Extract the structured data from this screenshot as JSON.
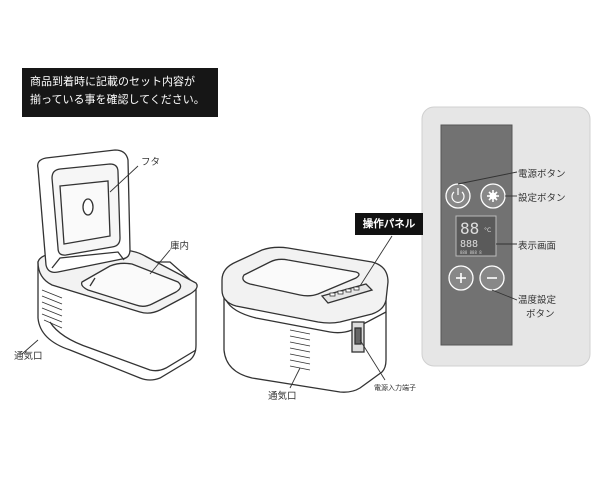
{
  "notice": {
    "line1": "商品到着時に記載のセット内容が",
    "line2": "揃っている事を確認してください。"
  },
  "labels": {
    "lid": "フタ",
    "interior": "庫内",
    "vent_left": "通気口",
    "vent_right": "通気口",
    "power_input": "電源入力端子",
    "panel_title": "操作パネル"
  },
  "panel_labels": {
    "power_button": "電源ボタン",
    "setting_button": "設定ボタン",
    "display": "表示画面",
    "temp_button_line1": "温度設定",
    "temp_button_line2": "ボタン"
  },
  "display": {
    "big_digits": "88",
    "unit": "°C",
    "small_digits": "888",
    "indicator": "888 888 8"
  },
  "panel_icons": [
    "power-icon",
    "gear-icon",
    "plus-icon",
    "minus-icon"
  ]
}
